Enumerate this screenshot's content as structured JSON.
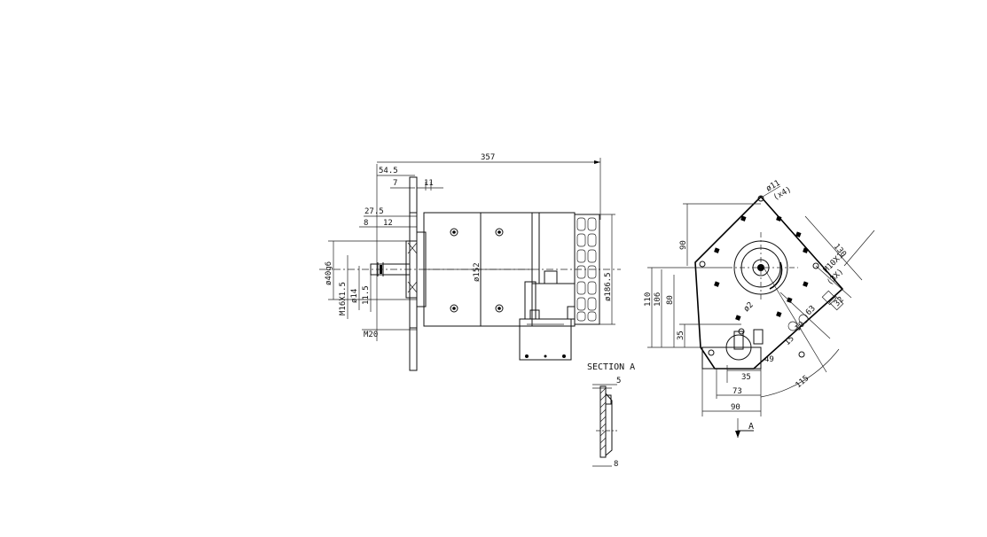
{
  "side_view": {
    "overall_length": "357",
    "flange_offset": "54.5",
    "flange_thickness": "7",
    "tab": "11",
    "dim_27_5": "27.5",
    "dim_8": "8",
    "dim_12": "12",
    "shaft_dia": "ø40g6",
    "thread_m16": "M16X1.5",
    "shaft_small": "ø14",
    "dim_11_5": "11.5",
    "thread_m20": "M20",
    "body_dia": "ø152",
    "cooler_dia": "ø186.5"
  },
  "front_view": {
    "hole_dia": "ø11",
    "hole_count": "(x4)",
    "dim_90_top": "90",
    "dim_110": "110",
    "dim_106": "106",
    "dim_80": "80",
    "dim_35": "35",
    "dim_130": "130",
    "dim_m10": "M10X1",
    "dim_3x": "(3X)",
    "dim_32": "32",
    "dim_a": "ø2",
    "dim_49": "49",
    "dim_35b": "35",
    "dim_73": "73",
    "dim_90_bottom": "90",
    "dim_115": "115",
    "dim_15": "15",
    "dim_63": "63",
    "dim_10": "10",
    "section_marker": "A"
  },
  "section": {
    "title": "SECTION A",
    "dim_5": "5",
    "dim_8": "8"
  }
}
